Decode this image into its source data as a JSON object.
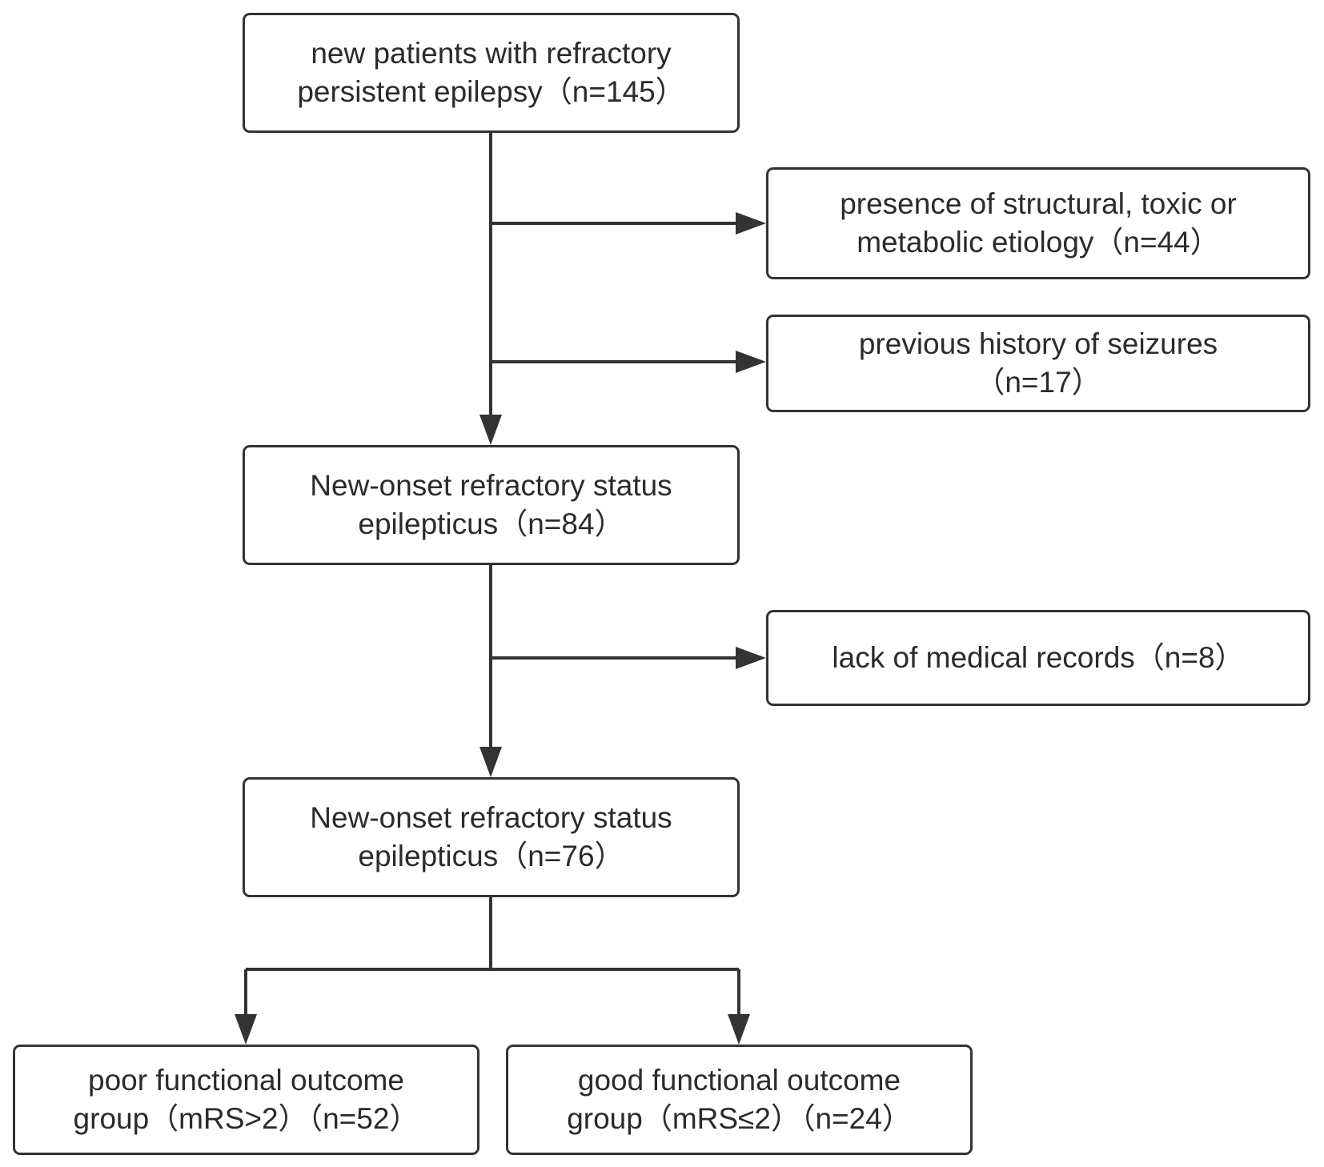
{
  "colors": {
    "line": "#333333",
    "box_border": "#333333",
    "text": "#2b2b2b",
    "background": "#ffffff"
  },
  "boxes": {
    "start": {
      "line1": "new patients with refractory",
      "line2": "persistent epilepsy（n=145）"
    },
    "exclude_etiology": {
      "line1": "presence of structural, toxic or",
      "line2": "metabolic etiology（n=44）"
    },
    "exclude_history": {
      "line1": "previous history of seizures",
      "line2": "（n=17）"
    },
    "norse_84": {
      "line1": "New-onset refractory status",
      "line2": "epilepticus（n=84）"
    },
    "exclude_records": {
      "line1": "lack of medical records（n=8）"
    },
    "norse_76": {
      "line1": "New-onset refractory status",
      "line2": "epilepticus（n=76）"
    },
    "poor_outcome": {
      "line1": "poor functional outcome",
      "line2": "group（mRS>2）（n=52）"
    },
    "good_outcome": {
      "line1": "good functional outcome",
      "line2": "group（mRS≤2）（n=24）"
    }
  }
}
